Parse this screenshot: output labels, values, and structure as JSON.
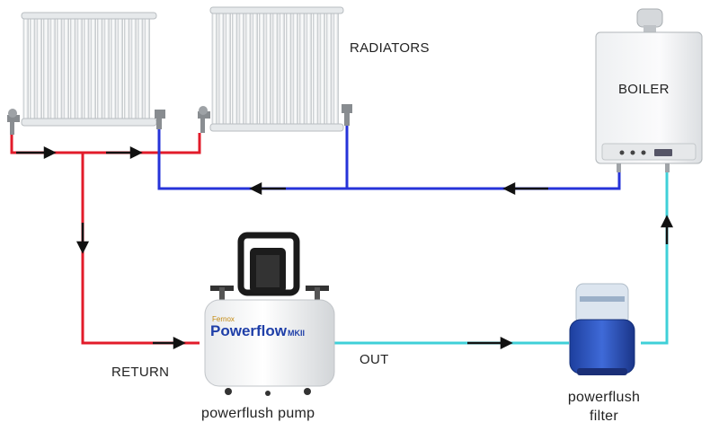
{
  "labels": {
    "radiators": "RADIATORS",
    "boiler": "BOILER",
    "return": "RETURN",
    "out": "OUT",
    "pump": "powerflush pump",
    "filter_line1": "powerflush",
    "filter_line2": "filter"
  },
  "pump_branding": {
    "maker": "Fernox",
    "brand": "Powerflow",
    "model": "MKII"
  },
  "colors": {
    "return_pipe": "#e21b2a",
    "flow_pipe": "#2633d9",
    "out_pipe": "#3fd0d8",
    "arrow": "#111111"
  }
}
